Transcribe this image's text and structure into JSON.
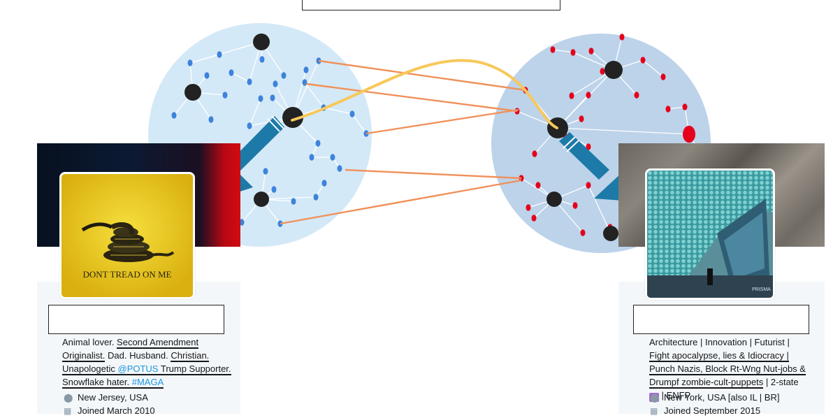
{
  "left_profile": {
    "avatar_text": "DONT TREAD ON ME",
    "bio_segments": [
      {
        "text": "Animal lover. ",
        "style": "plain"
      },
      {
        "text": "Second Amendment Originalist.",
        "style": "underline"
      },
      {
        "text": " Dad. Husband. ",
        "style": "plain"
      },
      {
        "text": "Christian. Unapologetic ",
        "style": "underline"
      },
      {
        "text": "@POTUS",
        "style": "underline-link"
      },
      {
        "text": " Trump Supporter. Snowflake hater. ",
        "style": "underline"
      },
      {
        "text": "#MAGA",
        "style": "underline-link"
      }
    ],
    "location": "New Jersey, USA",
    "joined": "Joined March 2010",
    "location_icon": "map-pin-icon",
    "calendar_icon": "calendar-icon"
  },
  "right_profile": {
    "avatar_watermark": "PRISMA",
    "bio_segments": [
      {
        "text": "Architecture | Innovation | Futurist | ",
        "style": "plain"
      },
      {
        "text": "Fight apocalypse, lies & Idiocracy | Punch Nazis, Block Rt-Wng Nut-jobs & Drumpf zombie-cult-puppets",
        "style": "underline"
      },
      {
        "text": " | 2-state ",
        "style": "plain"
      },
      {
        "text": "✡",
        "style": "emoji"
      },
      {
        "text": " | ENFP",
        "style": "plain"
      }
    ],
    "location": "New York, USA [also IL | BR]",
    "joined": "Joined September 2015",
    "location_icon": "map-pin-icon",
    "calendar_icon": "calendar-icon"
  },
  "colors": {
    "left_cluster_fill": "#d4e9f7",
    "right_cluster_fill": "#bcd3ea",
    "left_node": "#3d83dc",
    "right_node": "#e5001c",
    "hub_node": "#222222",
    "cross_edge": "#f0915a",
    "highlight_edge": "#f7c85a",
    "arrow": "#1d7aa8"
  }
}
